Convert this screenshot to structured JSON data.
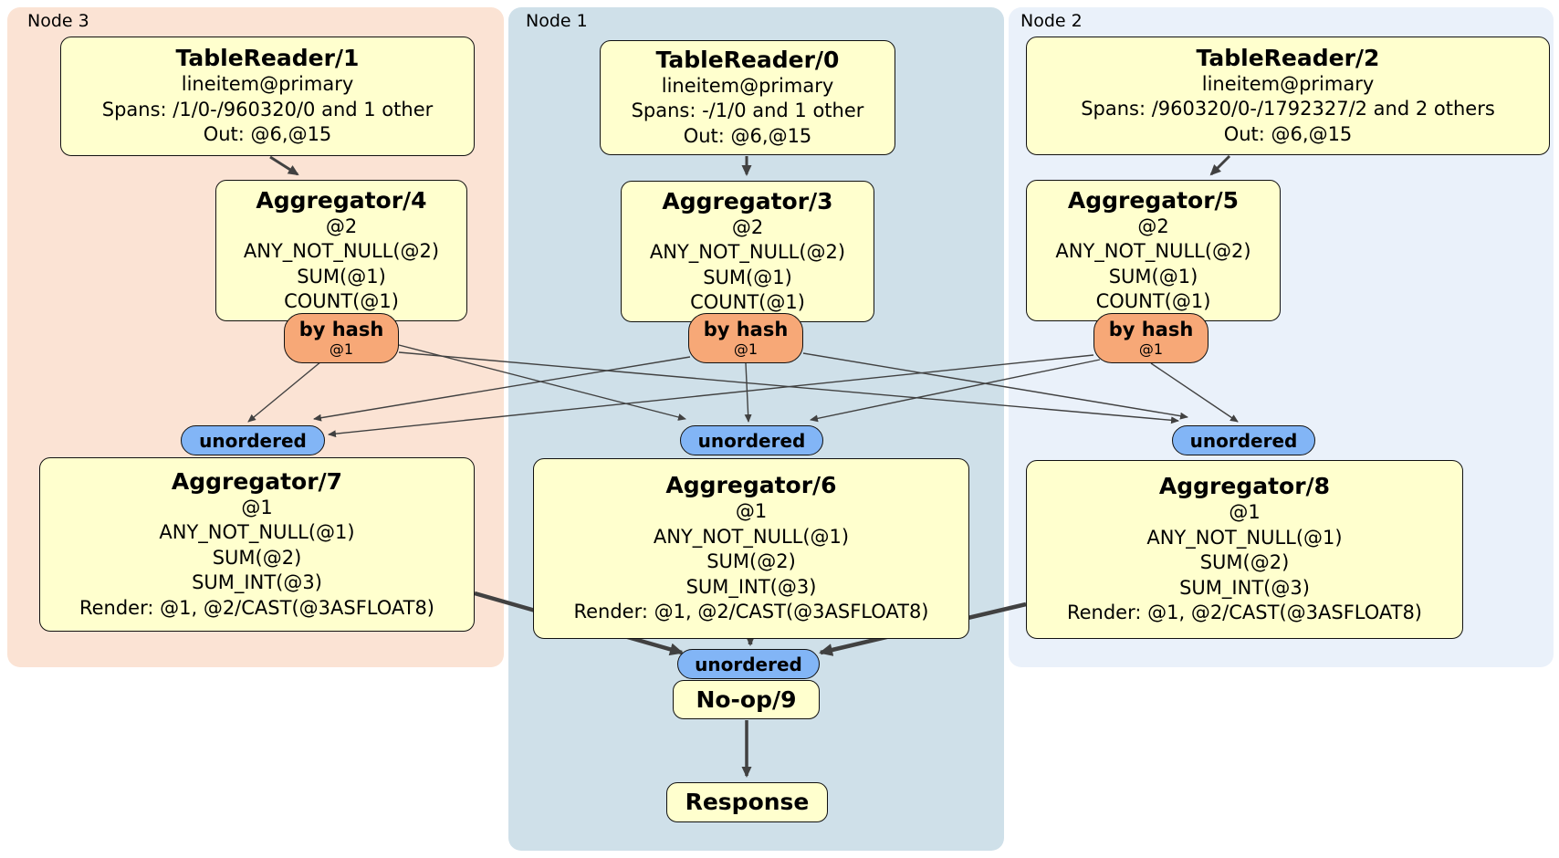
{
  "regions": {
    "node3": {
      "label": "Node 3"
    },
    "node1": {
      "label": "Node 1"
    },
    "node2": {
      "label": "Node 2"
    }
  },
  "nodes": {
    "tr1": {
      "title": "TableReader/1",
      "lines": [
        "lineitem@primary",
        "Spans: /1/0-/960320/0 and 1 other",
        "Out: @6,@15"
      ]
    },
    "tr0": {
      "title": "TableReader/0",
      "lines": [
        "lineitem@primary",
        "Spans: -/1/0 and 1 other",
        "Out: @6,@15"
      ]
    },
    "tr2": {
      "title": "TableReader/2",
      "lines": [
        "lineitem@primary",
        "Spans: /960320/0-/1792327/2 and 2 others",
        "Out: @6,@15"
      ]
    },
    "agg4": {
      "title": "Aggregator/4",
      "lines": [
        "@2",
        "ANY_NOT_NULL(@2)",
        "SUM(@1)",
        "COUNT(@1)"
      ]
    },
    "agg3": {
      "title": "Aggregator/3",
      "lines": [
        "@2",
        "ANY_NOT_NULL(@2)",
        "SUM(@1)",
        "COUNT(@1)"
      ]
    },
    "agg5": {
      "title": "Aggregator/5",
      "lines": [
        "@2",
        "ANY_NOT_NULL(@2)",
        "SUM(@1)",
        "COUNT(@1)"
      ]
    },
    "agg7": {
      "title": "Aggregator/7",
      "lines": [
        "@1",
        "ANY_NOT_NULL(@1)",
        "SUM(@2)",
        "SUM_INT(@3)",
        "Render: @1, @2/CAST(@3ASFLOAT8)"
      ]
    },
    "agg6": {
      "title": "Aggregator/6",
      "lines": [
        "@1",
        "ANY_NOT_NULL(@1)",
        "SUM(@2)",
        "SUM_INT(@3)",
        "Render: @1, @2/CAST(@3ASFLOAT8)"
      ]
    },
    "agg8": {
      "title": "Aggregator/8",
      "lines": [
        "@1",
        "ANY_NOT_NULL(@1)",
        "SUM(@2)",
        "SUM_INT(@3)",
        "Render: @1, @2/CAST(@3ASFLOAT8)"
      ]
    },
    "noop": {
      "title": "No-op/9"
    },
    "response": {
      "title": "Response"
    }
  },
  "router": {
    "label": "by hash",
    "detail": "@1"
  },
  "sync": {
    "label": "unordered"
  },
  "colors": {
    "processor_fill": "#FFFFCE",
    "router_fill": "#F7A877",
    "sync_fill": "#82B5F6",
    "node3_bg": "#FBE3D4",
    "node1_bg": "#CFE0E9",
    "node2_bg": "#EAF1FA",
    "edge": "#414141"
  }
}
